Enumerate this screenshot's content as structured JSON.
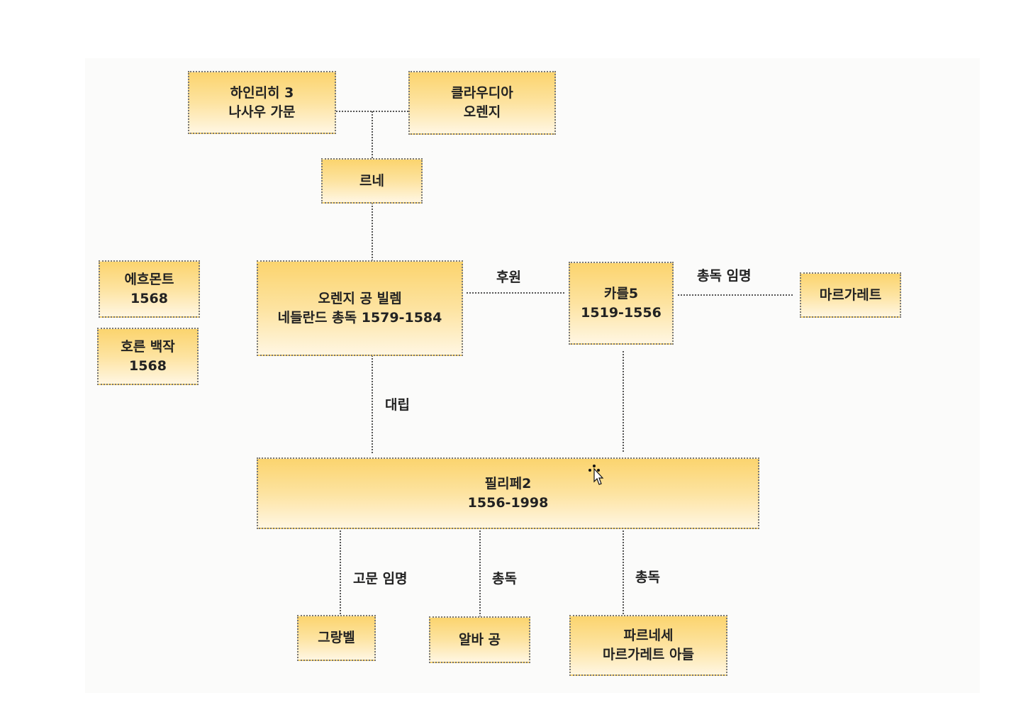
{
  "nodes": {
    "heinrich": [
      "하인리히 3",
      "나사우 가문"
    ],
    "claudia": [
      "클라우디아",
      "오렌지"
    ],
    "rene": [
      "르네"
    ],
    "egmont": [
      "에흐몬트",
      "1568"
    ],
    "horn": [
      "호른 백작",
      "1568"
    ],
    "willem": [
      "오렌지 공 빌렘",
      "네들란드 총독 1579-1584"
    ],
    "karl": [
      "카를5",
      "1519-1556"
    ],
    "margaret": [
      "마르가레트"
    ],
    "philip": [
      "필리페2",
      "1556-1998"
    ],
    "granvelle": [
      "그랑벨"
    ],
    "alba": [
      "알바 공"
    ],
    "farnese": [
      "파르네세",
      "마르가레트 아들"
    ]
  },
  "edge_labels": {
    "support": "후원",
    "appoint_governor": "총독 임명",
    "conflict": "대립",
    "appoint_advisor": "고문 임명",
    "governor_alba": "총독",
    "governor_farnese": "총독"
  }
}
